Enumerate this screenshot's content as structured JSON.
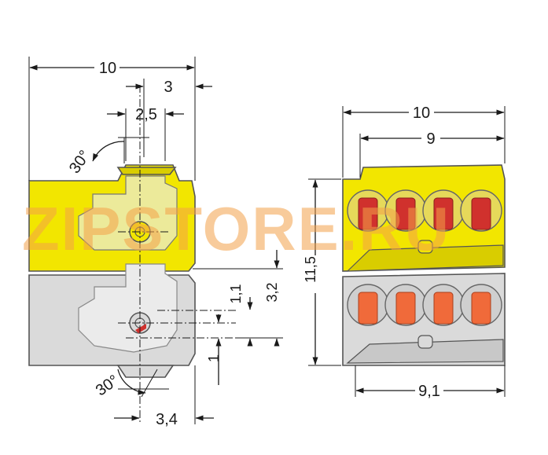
{
  "colors": {
    "yellow": "#f2e600",
    "yellow_dark": "#d9cd00",
    "grey": "#dadada",
    "grey_light": "#e9e9e9",
    "orange": "#f06a3a",
    "red": "#d0312d",
    "line": "#1a1a1a",
    "watermark": "#f4a24a"
  },
  "watermark": {
    "text": "ZIPSTORE.RU"
  },
  "dimensions": {
    "side": {
      "total_width": "10",
      "right_offset": "3",
      "slot_width": "2,5",
      "top_angle": "30°",
      "bottom_angle": "30°",
      "dim_1_1": "1,1",
      "dim_3_2": "3,2",
      "dim_1": "1",
      "bottom_width": "3,4"
    },
    "front": {
      "total_width": "10",
      "inner_width": "9",
      "height": "11,5",
      "bottom_width": "9,1"
    }
  }
}
